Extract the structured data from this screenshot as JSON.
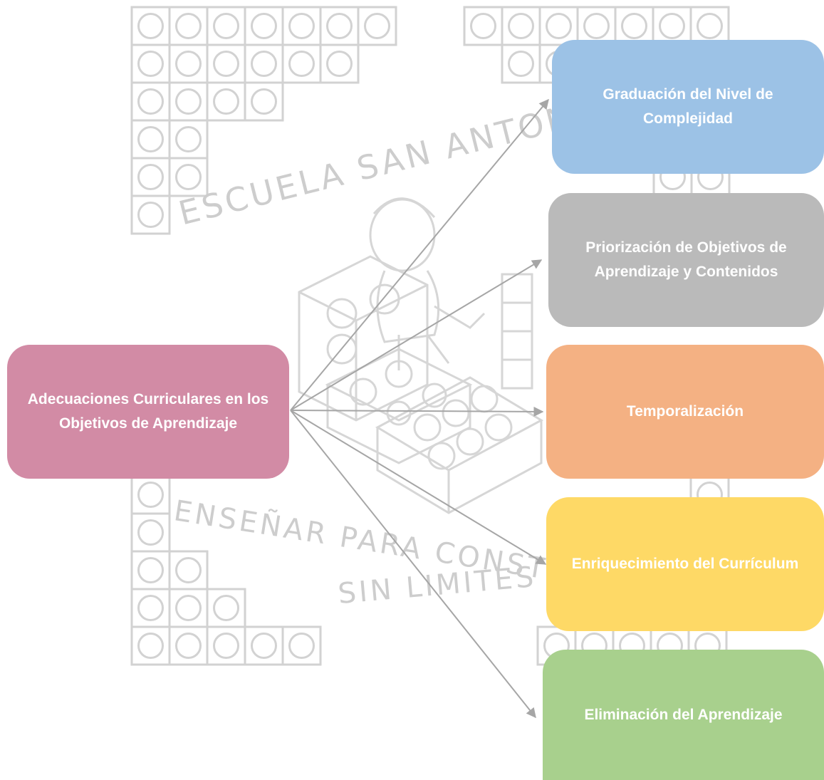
{
  "watermark": {
    "school_name": "ESCUELA SAN ANTONIO",
    "motto_line1": "ENSEÑAR PARA CONSTRUIR",
    "motto_line2": "SIN LIMITES"
  },
  "colors": {
    "root": "#d28ba5",
    "complejidad": "#9cc2e6",
    "priorizacion": "#bababa",
    "temporalizacion": "#f4b183",
    "enriquecimiento": "#fed966",
    "eliminacion": "#a8d08d",
    "arrow": "#a6a6a6",
    "watermark": "#d2d2d2"
  },
  "diagram": {
    "root": {
      "label": "Adecuaciones Curriculares en los Objetivos de Aprendizaje"
    },
    "branches": [
      {
        "label": "Graduación del Nivel de Complejidad"
      },
      {
        "label": "Priorización de Objetivos de Aprendizaje y Contenidos"
      },
      {
        "label": "Temporalización"
      },
      {
        "label": "Enriquecimiento del Currículum"
      },
      {
        "label": "Eliminación del Aprendizaje"
      }
    ]
  }
}
